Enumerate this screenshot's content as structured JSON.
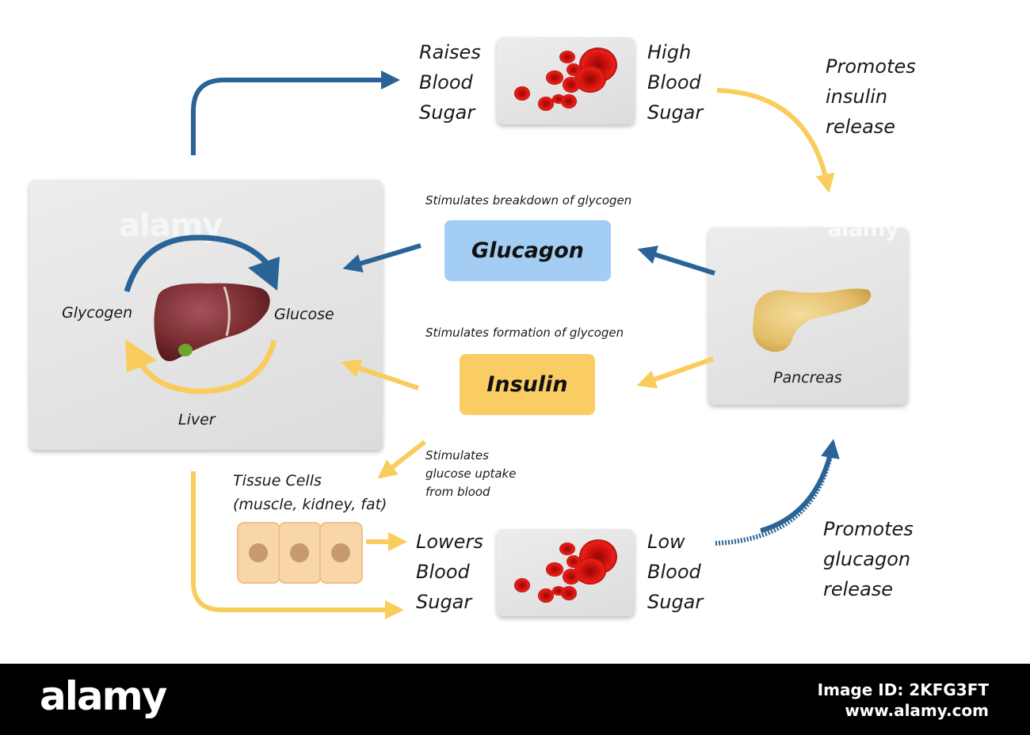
{
  "top_flow": {
    "raises": "Raises\nBlood\nSugar",
    "high": "High\nBlood\nSugar",
    "promotes_insulin": "Promotes\ninsulin\nrelease"
  },
  "liver_panel": {
    "glycogen": "Glycogen",
    "glucose": "Glucose",
    "liver": "Liver",
    "watermark": "alamy"
  },
  "hormones": {
    "glucagon_caption": "Stimulates breakdown of glycogen",
    "glucagon": "Glucagon",
    "insulin_caption": "Stimulates formation of glycogen",
    "insulin": "Insulin"
  },
  "pancreas_panel": {
    "label": "Pancreas",
    "watermark": "alamy"
  },
  "bottom_flow": {
    "uptake": "Stimulates\nglucose uptake\nfrom blood",
    "tissue": "Tissue Cells\n(muscle, kidney, fat)",
    "lowers": "Lowers\nBlood\nSugar",
    "low": "Low\nBlood\nSugar",
    "promotes_glucagon": "Promotes\nglucagon\nrelease"
  },
  "footer": {
    "logo": "alamy",
    "image_id": "Image ID: 2KFG3FT",
    "site": "www.alamy.com"
  },
  "colors": {
    "blue_arrow": "#2a6496",
    "yellow_arrow": "#f9cc5c",
    "glucagon_box": "#a3cdf3",
    "insulin_box": "#f9cd63",
    "blood_red": "#d8100c",
    "liver": "#7c2e33",
    "pancreas": "#e8c26a",
    "cell_fill": "#f8d6a8",
    "cell_nucleus": "#c69a6c"
  }
}
